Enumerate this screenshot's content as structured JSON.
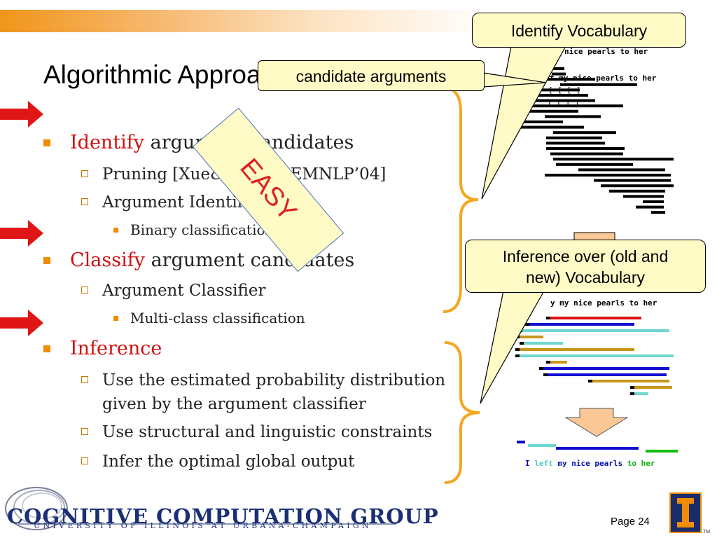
{
  "title": "Algorithmic Approach",
  "bullets": [
    {
      "prefix": "Identify",
      "rest": " argument candidates",
      "sub": [
        {
          "text": "Pruning  [Xue&Palmer, EMNLP’04]"
        },
        {
          "text": "Argument Identifier",
          "sub": [
            {
              "text": "Binary classification"
            }
          ]
        }
      ]
    },
    {
      "prefix": "Classify",
      "rest": " argument candidates",
      "sub": [
        {
          "text": "Argument Classifier",
          "sub": [
            {
              "text": "Multi-class classification"
            }
          ]
        }
      ]
    },
    {
      "prefix": "Inference",
      "rest": "",
      "sub": [
        {
          "text": "Use the estimated probability distribution"
        },
        {
          "text": "given by the argument classifier"
        },
        {
          "text": "Use structural and linguistic constraints"
        },
        {
          "text": "Infer the optimal global output"
        }
      ]
    }
  ],
  "badge": "EASY",
  "callouts": {
    "identify_vocab": "Identify Vocabulary",
    "candidate_args": "candidate arguments",
    "inference_line1": "Inference over (old and",
    "inference_line2": "new) Vocabulary"
  },
  "sentence": {
    "top_fragment": "nice pearls to her",
    "second_fragment": "t my nice pearls to her",
    "bracket_open": "[  [      [    [",
    "bracket_close": "]  ]          ]      ]",
    "mid_fragment": "y my nice pearls",
    "mid_fragment2": "to her",
    "final": {
      "I": "I",
      "left": "left",
      "my_nice_pearls": "my nice pearls",
      "to_her": "to her"
    }
  },
  "colors": {
    "accent": "#f08c00",
    "red": "#d01010",
    "callout_bg": "#fffbc7",
    "navy": "#1b2f74"
  },
  "footer": {
    "org": "COGNITIVE COMPUTATION GROUP",
    "university": "UNIVERSITY OF ILLINOIS AT URBANA-CHAMPAIGN",
    "page": "Page 24",
    "tm": "TM"
  }
}
